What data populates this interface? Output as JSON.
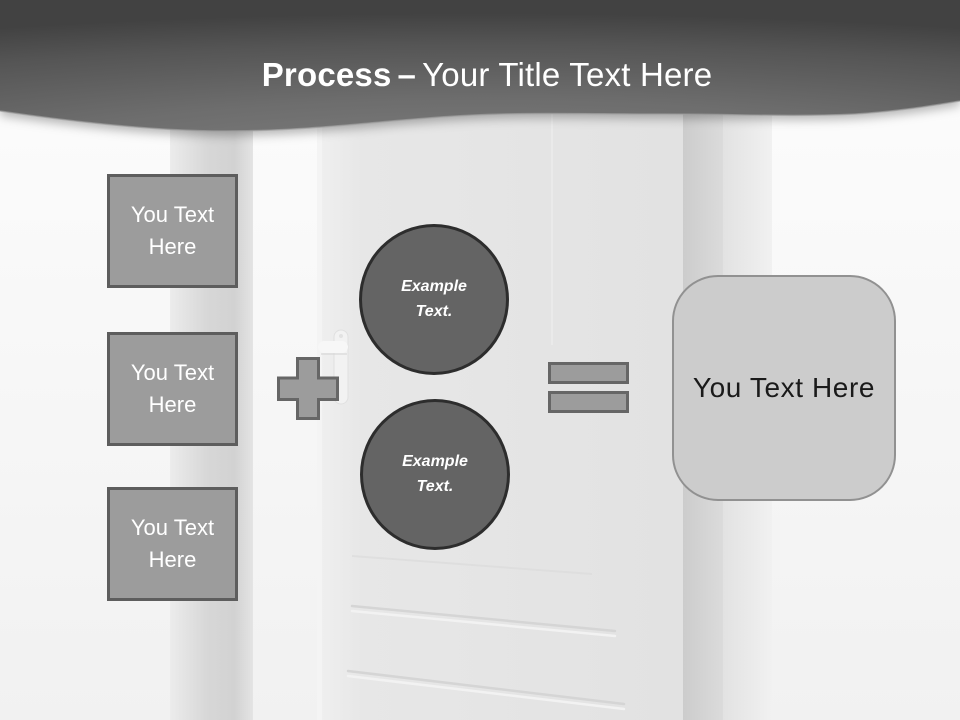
{
  "slide_title": {
    "bold": "Process",
    "separator": "–",
    "regular": "Your Title Text Here"
  },
  "left_boxes": [
    {
      "label": "You Text Here"
    },
    {
      "label": "You Text Here"
    },
    {
      "label": "You Text Here"
    }
  ],
  "circles": [
    {
      "label": "Example Text."
    },
    {
      "label": "Example Text."
    }
  ],
  "result_box": {
    "label": "You Text Here"
  },
  "icons": {
    "plus": "plus-icon",
    "equals": "equals-icon",
    "background": "open-door-photo"
  },
  "colors": {
    "title_text": "#ffffff",
    "banner_center": "#808080",
    "banner_mid": "#6d6d6d",
    "banner_dark": "#555555",
    "banner_edge": "#424242",
    "box_fill": "#9c9c9c",
    "box_border": "#5d5d5d",
    "box_text": "#ffffff",
    "circle_fill": "#646464",
    "circle_border": "#2d2d2d",
    "circle_text": "#ffffff",
    "operator_fill": "#9c9c9c",
    "operator_border": "#666666",
    "result_fill": "#cccccc",
    "result_border": "#919191",
    "result_text": "#1a1a1a"
  }
}
